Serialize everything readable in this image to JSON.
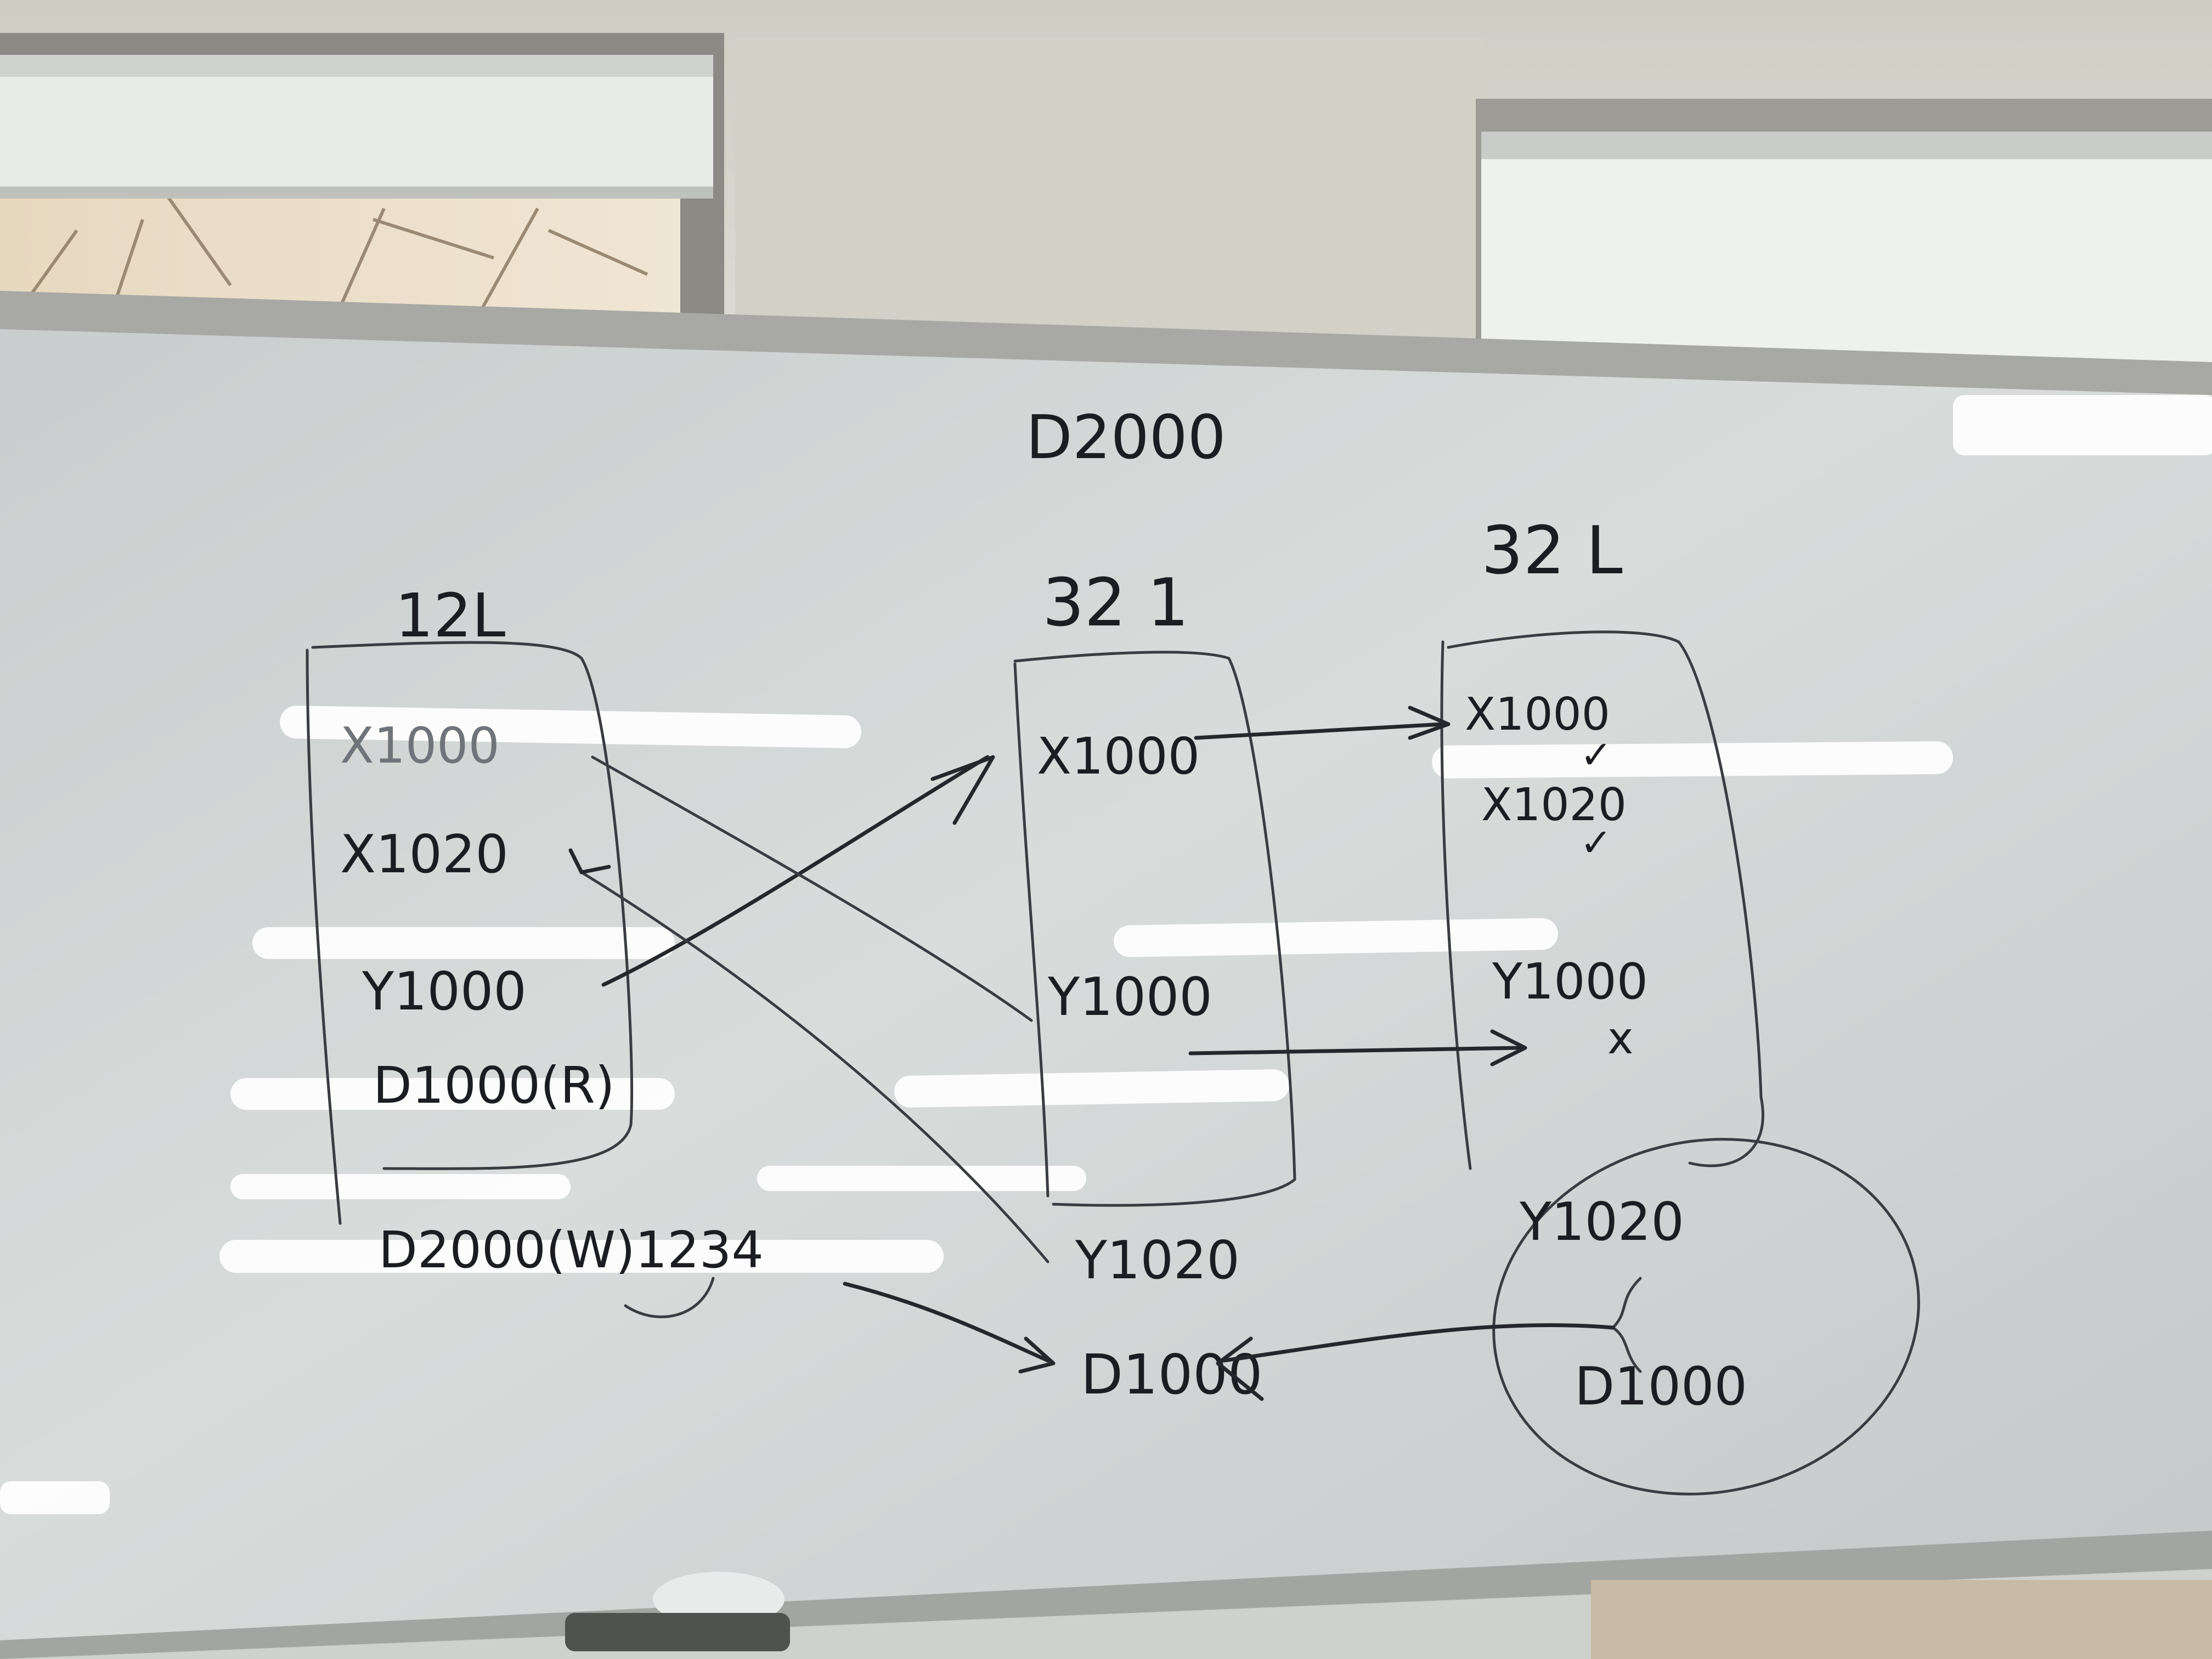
{
  "board": {
    "top_label": "D2000",
    "columns": [
      {
        "id": "col-1",
        "header": "12L",
        "items": [
          "X1000",
          "X1020",
          "Y1000",
          "D1000(R)"
        ],
        "below": "D2000(W)1234"
      },
      {
        "id": "col-2",
        "header": "32 1",
        "items": [
          "X1000",
          "Y1000"
        ],
        "below": [
          "Y1020",
          "D1000"
        ]
      },
      {
        "id": "col-3",
        "header": "32 L",
        "items": [
          "X1000",
          "X1020",
          "Y1000"
        ],
        "circled": [
          "Y1020",
          "D1000"
        ]
      }
    ],
    "marks": {
      "check": "✓",
      "cross": "x"
    }
  },
  "colors": {
    "wall": "#d8d6cd",
    "board": "#d3d6d4",
    "ink": "#1c1d22",
    "frame": "#9a9b97",
    "window_light": "#eef0ee"
  }
}
